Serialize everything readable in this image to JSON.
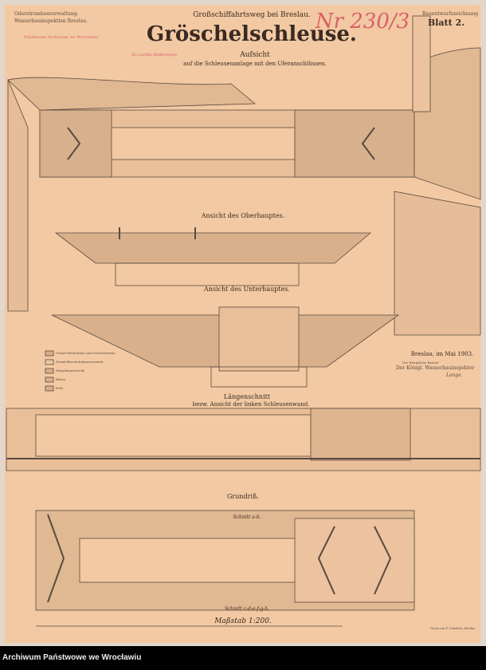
{
  "sheet": {
    "authority": [
      "Oderstrombauverwaltung.",
      "Wasserbauinspektion Breslau."
    ],
    "project": "Großschiffahrtsweg bei Breslau.",
    "title": "Gröschelschleuse.",
    "drawing_type": "Bauentwurfszeichnung",
    "sheet_no": "Blatt 2.",
    "archive_no": "Nr 230/3",
    "archive_stamp": "Państwowe Archiwum we Wrocławiu",
    "red_note": "Do uzytku służbowego",
    "views": {
      "plan_top": [
        "Aufsicht",
        "auf die Schleusenanlage mit den Uferanschlüssen."
      ],
      "upper_head": "Ansicht des Oberhauptes.",
      "lower_head": "Ansicht des Unterhauptes.",
      "longitudinal": [
        "Längenschnitt",
        "bezw. Ansicht der linken Schleusenwand."
      ],
      "ground_plan": "Grundriß.",
      "section_ab": "Schnitt a-b.",
      "section_ch": "Schnitt c-d-e-f-g-h.",
      "scale": "Maßstab 1:200."
    },
    "legend": [
      "Granit-Werksteine und Schichtsteine",
      "Granit-Bruchsteinmauerwerk",
      "Ziegelmauerwerk",
      "Beton",
      "Holz"
    ],
    "signature": {
      "place_date": "Breslau, im Mai 1903.",
      "left": "Der Königliche Baurat",
      "right": "Der Königl. Wasserbauinspektor",
      "name": "Lange."
    },
    "printer": "Druck von F. Scheibert, Breslau"
  },
  "footer": {
    "text": "Archiwum Państwowe we Wrocławiu"
  },
  "colors": {
    "paper": "#f2c9a2",
    "ink": "#3a2a22",
    "red_ink": "#d9606a"
  }
}
